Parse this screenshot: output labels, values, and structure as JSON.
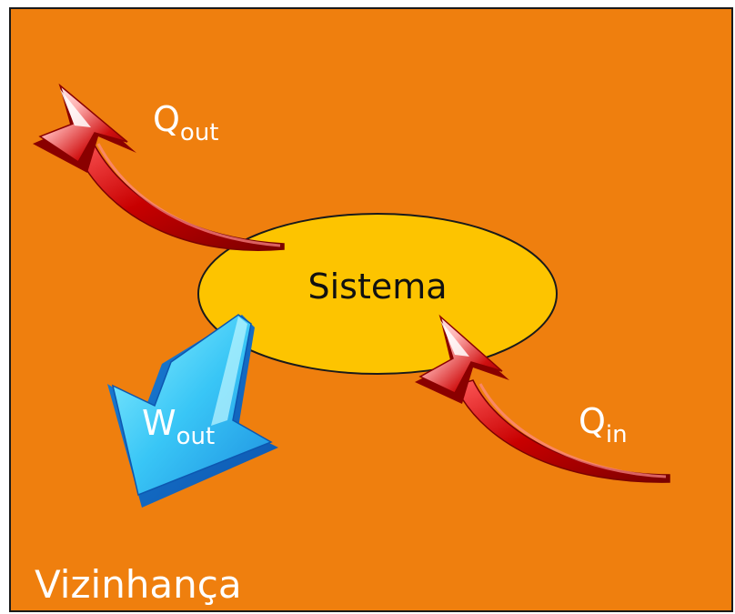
{
  "diagram": {
    "system": {
      "label": "Sistema"
    },
    "surroundings": {
      "label": "Vizinhança"
    },
    "heat_out": {
      "main": "Q",
      "sub": "out"
    },
    "heat_in": {
      "main": "Q",
      "sub": "in"
    },
    "work_out": {
      "main": "W",
      "sub": "out"
    }
  },
  "colors": {
    "background": "#ef7f0e",
    "system_fill": "#fdc400",
    "heat_arrow": "#c00000",
    "work_arrow": "#29a8f0",
    "text_light": "#ffffff",
    "text_dark": "#111111"
  }
}
